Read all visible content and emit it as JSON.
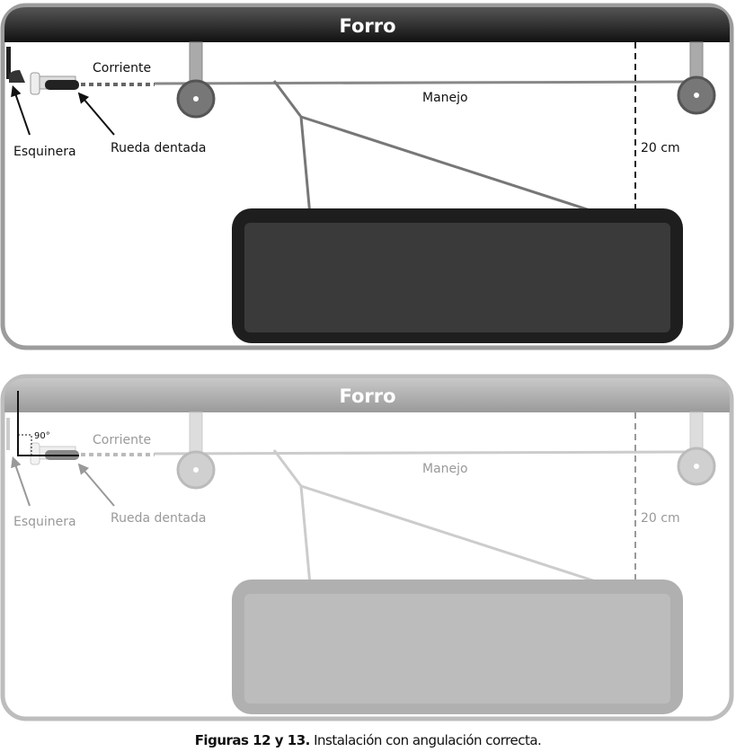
{
  "figure12": {
    "header": "Forro",
    "labels": {
      "chain": "Corriente",
      "handle": "Manejo",
      "distance": "20 cm",
      "corner": "Esquinera",
      "sprocket": "Rueda dentada"
    }
  },
  "figure13": {
    "header": "Forro",
    "angle": "90°",
    "labels": {
      "chain": "Corriente",
      "handle": "Manejo",
      "distance": "20 cm",
      "corner": "Esquinera",
      "sprocket": "Rueda dentada"
    }
  },
  "caption": {
    "bold": "Figuras 12 y 13.",
    "text": " Instalación con angulación correcta."
  },
  "colors": {
    "dark_header": "#222222",
    "light_header": "#a8a8a8",
    "motor_dark": "#2c2c2c",
    "motor_light": "#b5b5b5"
  }
}
